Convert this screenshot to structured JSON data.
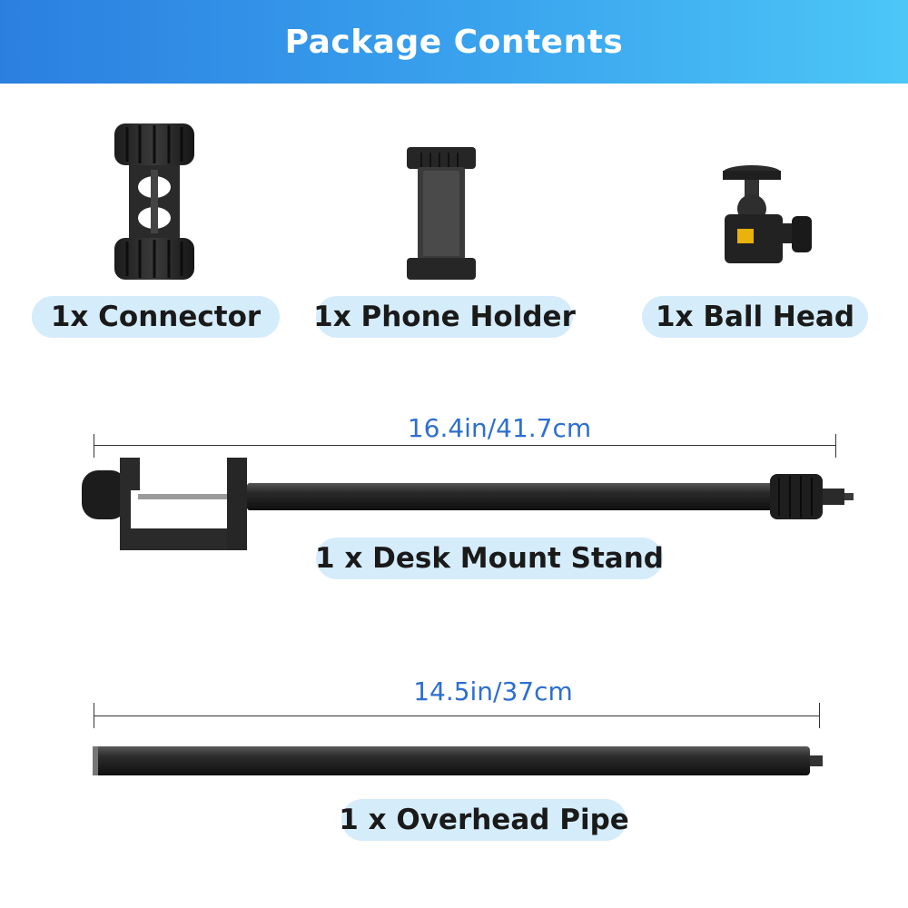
{
  "header": {
    "title": "Package Contents"
  },
  "items": [
    {
      "label": "1x Connector",
      "icon": "connector-icon"
    },
    {
      "label": "1x Phone Holder",
      "icon": "phone-holder-icon"
    },
    {
      "label": "1x Ball Head",
      "icon": "ball-head-icon"
    }
  ],
  "desk_mount": {
    "dimension": "16.4in/41.7cm",
    "label": "1 x Desk Mount Stand"
  },
  "overhead_pipe": {
    "dimension": "14.5in/37cm",
    "label": "1 x Overhead Pipe"
  },
  "colors": {
    "header_start": "#2b7fe0",
    "header_end": "#4cc6f7",
    "pill": "#d5ecfb",
    "dimension_text": "#2d6fd0"
  }
}
